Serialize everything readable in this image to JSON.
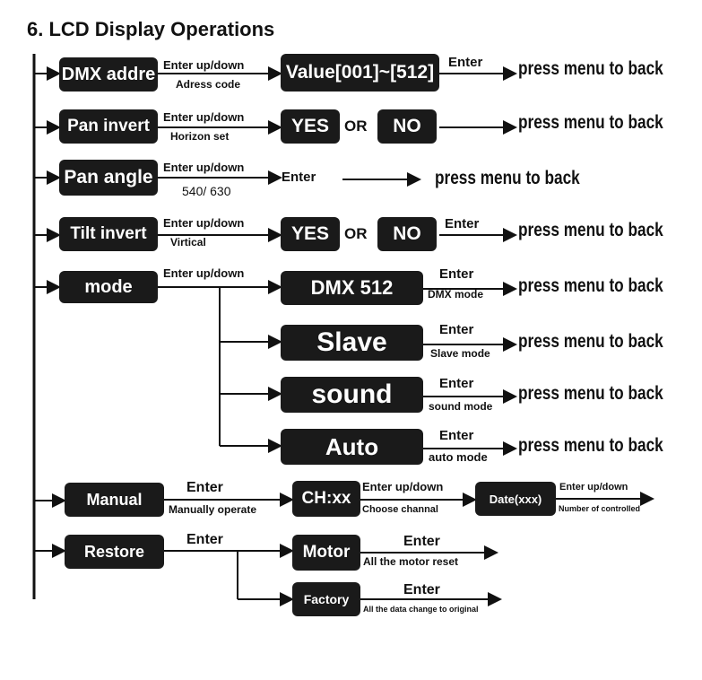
{
  "title": "6. LCD Display Operations",
  "enter": "Enter",
  "enter_up_down": "Enter up/down",
  "press_menu": "press menu to back",
  "or": "OR",
  "yes": "YES",
  "no": "NO",
  "dmx_address": {
    "box": "DMX addre",
    "sub": "Adress code",
    "value_box": "Value[001]~[512]"
  },
  "pan_invert": {
    "box": "Pan invert",
    "sub": "Horizon set"
  },
  "pan_angle": {
    "box": "Pan angle",
    "sub": "540/ 630"
  },
  "tilt_invert": {
    "box": "Tilt invert",
    "sub": "Virtical"
  },
  "mode": {
    "box": "mode",
    "options": [
      {
        "box": "DMX 512",
        "sub": "DMX mode"
      },
      {
        "box": "Slave",
        "sub": "Slave mode"
      },
      {
        "box": "sound",
        "sub": "sound mode"
      },
      {
        "box": "Auto",
        "sub": "auto mode"
      }
    ]
  },
  "manual": {
    "box": "Manual",
    "sub": "Manually operate",
    "ch_box": "CH:xx",
    "ch_sub": "Choose channal",
    "date_box": "Date(xxx)",
    "date_sub": "Number of controlled"
  },
  "restore": {
    "box": "Restore",
    "motor_box": "Motor",
    "motor_sub": "All the motor reset",
    "factory_box": "Factory",
    "factory_sub": "All the data change to original"
  }
}
